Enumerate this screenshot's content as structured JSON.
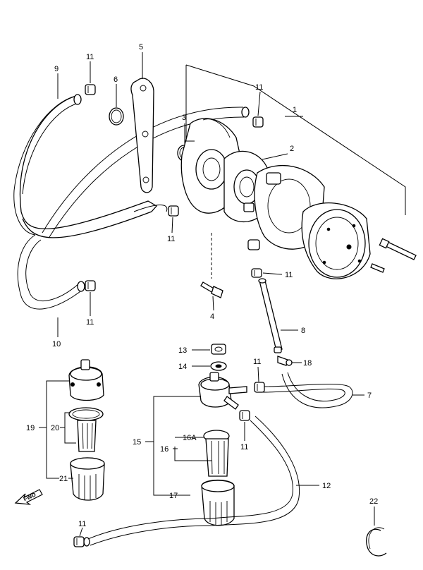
{
  "callouts": {
    "c1": "1",
    "c2": "2",
    "c3": "3",
    "c4": "4",
    "c5": "5",
    "c6": "6",
    "c7": "7",
    "c8": "8",
    "c9": "9",
    "c10": "10",
    "c11": "11",
    "c12": "12",
    "c13": "13",
    "c14": "14",
    "c15": "15",
    "c16": "16",
    "c16a": "16A",
    "c17": "17",
    "c18": "18",
    "c19": "19",
    "c20": "20",
    "c21": "21",
    "c22": "22"
  },
  "fwd_label": "FWD"
}
